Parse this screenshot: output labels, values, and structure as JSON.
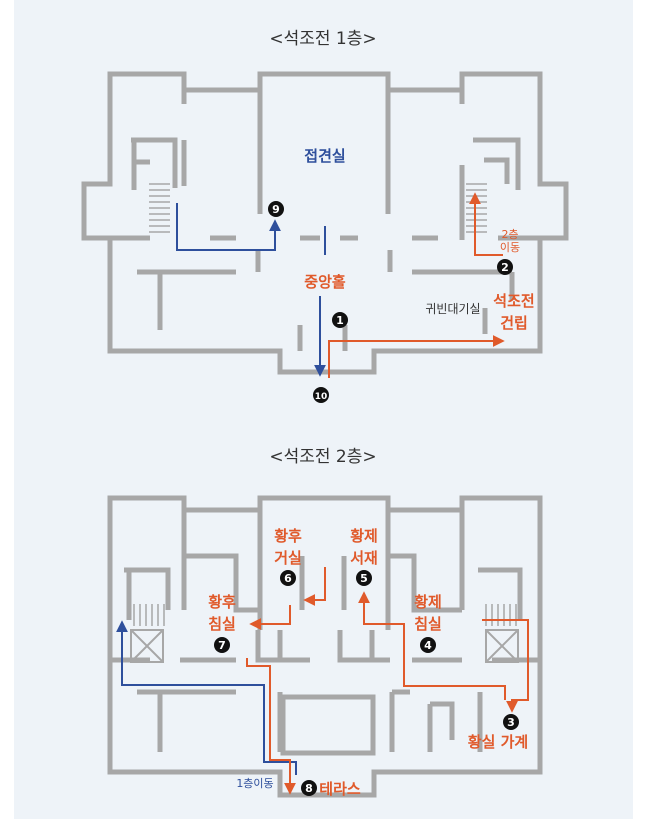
{
  "floor1": {
    "title": "<석조전 1층>",
    "labels": {
      "reception_room": "접견실",
      "central_hall": "중앙홀",
      "vip_waiting_room": "귀빈대기실",
      "construction_line1": "석조전",
      "construction_line2": "건립",
      "move_2f_line1": "2층",
      "move_2f_line2": "이동"
    },
    "markers": [
      "1",
      "2",
      "9",
      "10"
    ]
  },
  "floor2": {
    "title": "<석조전 2층>",
    "labels": {
      "empress_living_line1": "황후",
      "empress_living_line2": "거실",
      "emperor_study_line1": "황제",
      "emperor_study_line2": "서재",
      "empress_bed_line1": "황후",
      "empress_bed_line2": "침실",
      "emperor_bed_line1": "황제",
      "emperor_bed_line2": "침실",
      "royal_lineage": "황실 가계",
      "terrace": "테라스",
      "move_1f": "1층이동"
    },
    "markers": [
      "3",
      "4",
      "5",
      "6",
      "7",
      "8"
    ]
  },
  "colors": {
    "background": "#ffffff",
    "wall": "#a7a7a7",
    "blue_route": "#2e4f9c",
    "orange_route": "#e05a2b",
    "marker": "#111111",
    "panel": "#eef3f8"
  }
}
